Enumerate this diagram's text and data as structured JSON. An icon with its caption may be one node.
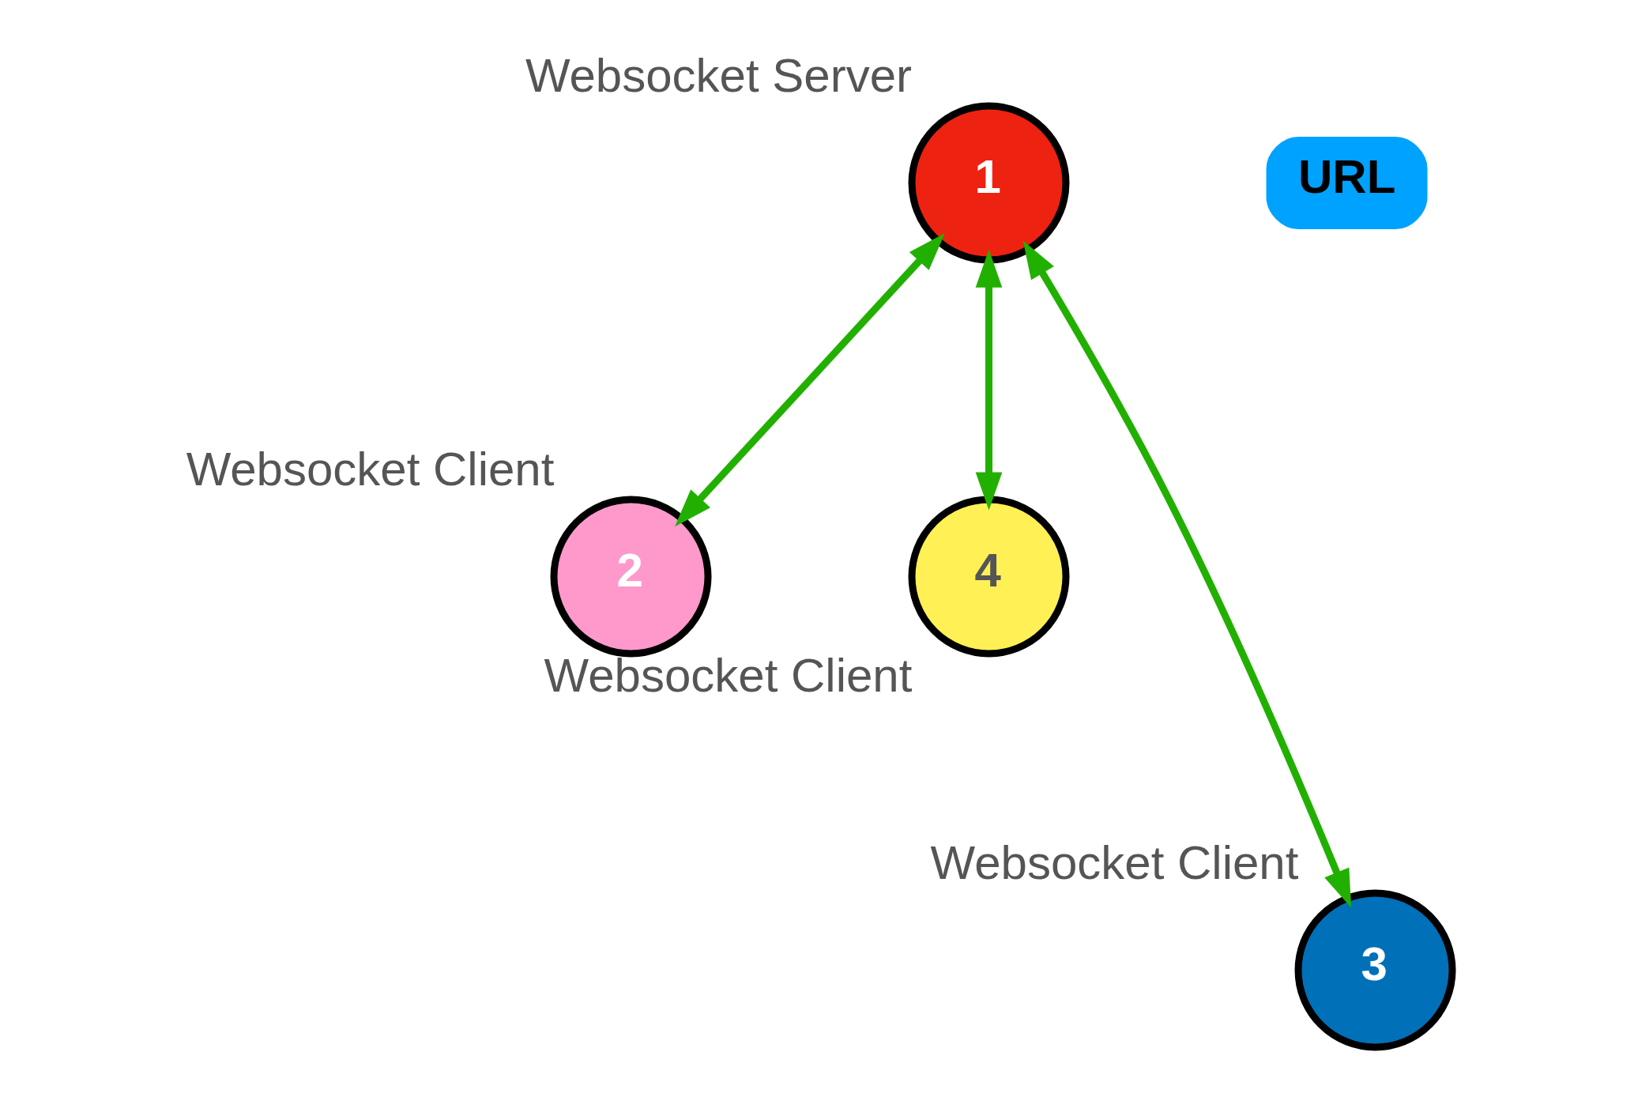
{
  "diagram": {
    "nodes": [
      {
        "text": [
          "1"
        ],
        "beside": [
          "Websocket Server"
        ]
      },
      {
        "text": [
          "URL"
        ]
      },
      {
        "text": [
          "2"
        ],
        "beside": [
          "Websocket Client"
        ]
      },
      {
        "text": [
          "4"
        ],
        "beside": [
          "Websocket Client"
        ]
      },
      {
        "text": [
          "3"
        ],
        "beside": [
          "Websocket Client"
        ]
      }
    ],
    "edges": [
      {
        "from": 0,
        "to": 2,
        "arrow": "both"
      },
      {
        "from": 0,
        "to": 4,
        "arrow": "both"
      },
      {
        "from": 0,
        "to": 3,
        "arrow": "both"
      }
    ]
  }
}
